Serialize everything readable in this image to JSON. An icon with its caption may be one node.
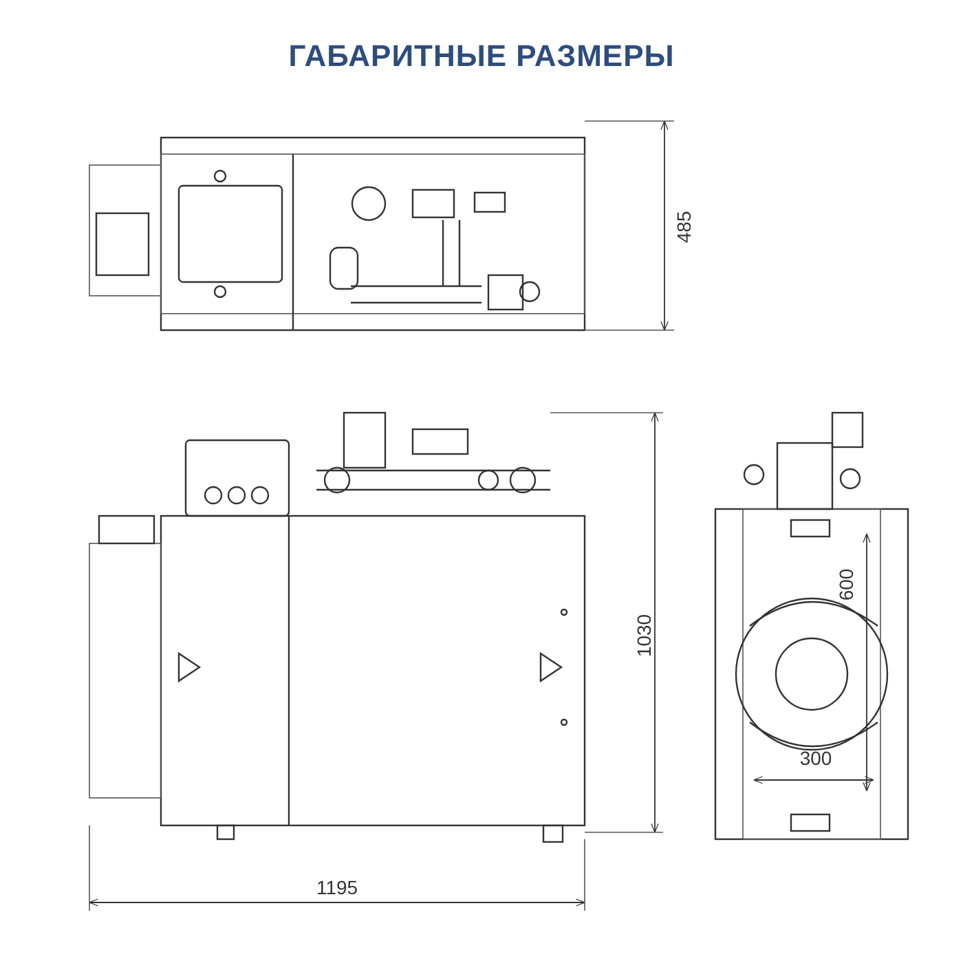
{
  "diagram": {
    "title": "ГАБАРИТНЫЕ РАЗМЕРЫ",
    "labels": [
      "485",
      "1030",
      "600",
      "300",
      "1195"
    ]
  }
}
